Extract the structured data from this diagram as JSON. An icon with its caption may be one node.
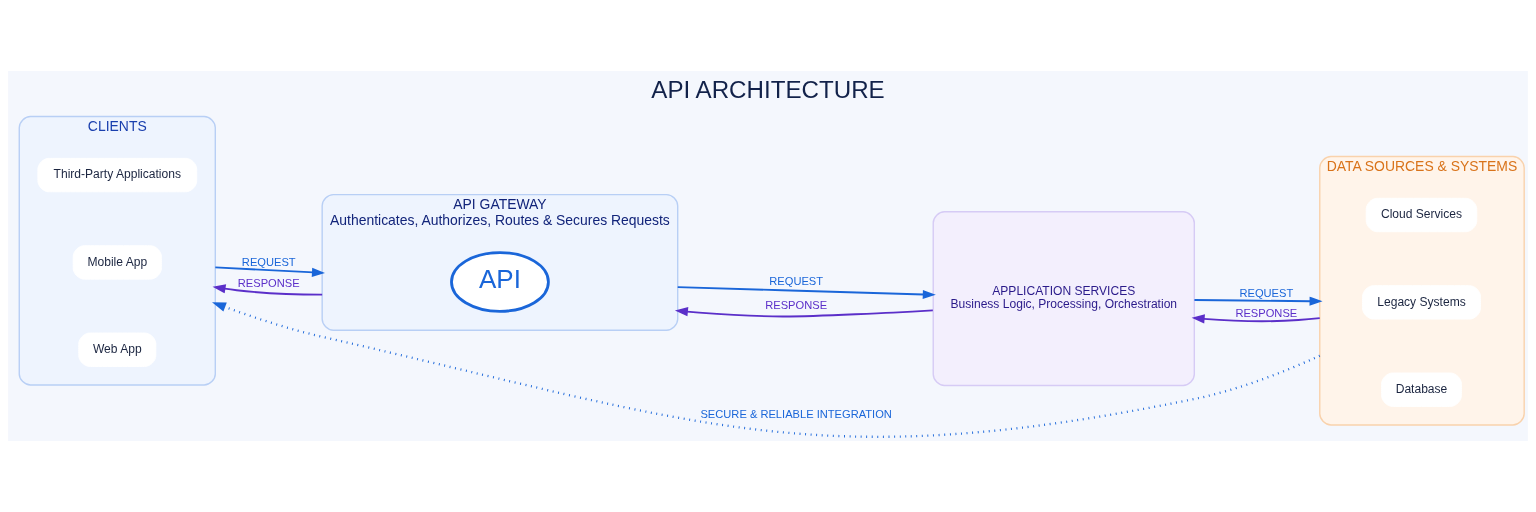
{
  "diagram": {
    "title": "API ARCHITECTURE",
    "nodes": [
      {
        "text": [
          "CLIENTS"
        ]
      },
      {
        "text": [
          "Web App"
        ],
        "in": 0
      },
      {
        "text": [
          "Mobile App"
        ],
        "in": 0
      },
      {
        "text": [
          "Third-Party Applications"
        ],
        "in": 0
      },
      {
        "text": [
          "API GATEWAY",
          "Authenticates, Authorizes, Routes & Secures Requests"
        ]
      },
      {
        "text": [
          "API"
        ],
        "in": 4
      },
      {
        "text": [
          "APPLICATION SERVICES",
          "Business Logic, Processing, Orchestration"
        ]
      },
      {
        "text": [
          "DATA SOURCES & SYSTEMS"
        ]
      },
      {
        "text": [
          "Database"
        ],
        "in": 7
      },
      {
        "text": [
          "Legacy Systems"
        ],
        "in": 7
      },
      {
        "text": [
          "Cloud Services"
        ],
        "in": 7
      }
    ],
    "edges": [
      {
        "from": 0,
        "to": 4,
        "arrow": "to",
        "label": "REQUEST"
      },
      {
        "from": 4,
        "to": 0,
        "arrow": "to",
        "label": "RESPONSE",
        "color": "#5b2fc9"
      },
      {
        "from": 4,
        "to": 6,
        "arrow": "to",
        "label": "REQUEST"
      },
      {
        "from": 6,
        "to": 4,
        "arrow": "to",
        "label": "RESPONSE",
        "color": "#5b2fc9"
      },
      {
        "from": 6,
        "to": 7,
        "arrow": "to",
        "label": "REQUEST"
      },
      {
        "from": 7,
        "to": 6,
        "arrow": "to",
        "label": "RESPONSE",
        "color": "#5b2fc9"
      },
      {
        "from": 7,
        "to": 0,
        "arrow": "to",
        "label": "SECURE & RELIABLE INTEGRATION",
        "style": "dashed"
      }
    ]
  }
}
